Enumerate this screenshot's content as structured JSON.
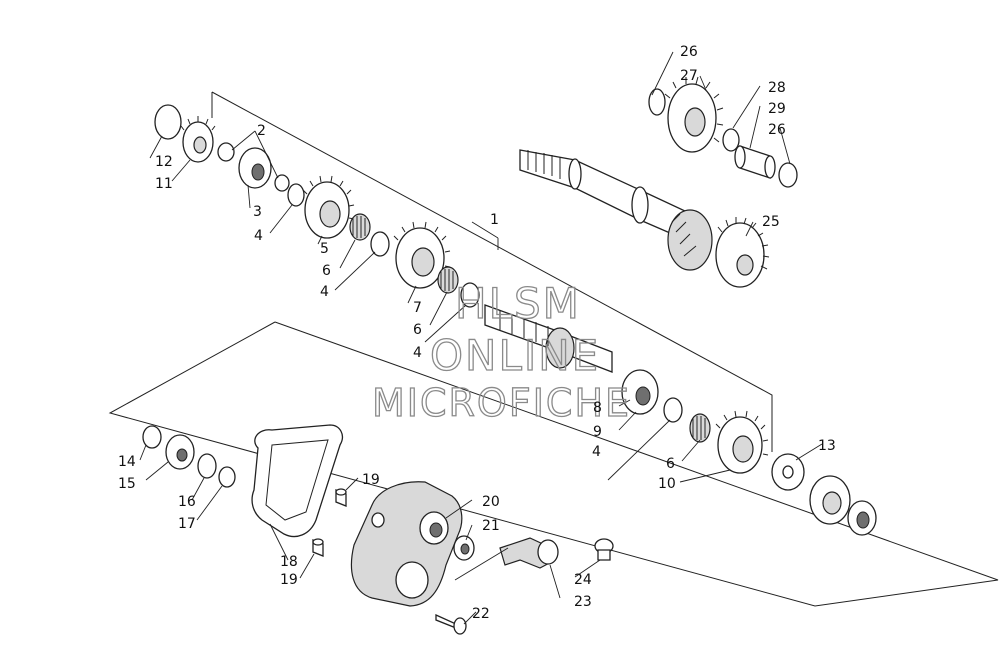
{
  "watermark": {
    "line1": "HLSM",
    "line2": "ONLINE",
    "line3": "MICROFICHE"
  },
  "callouts": [
    {
      "id": "c1",
      "text": "1"
    },
    {
      "id": "c2",
      "text": "2"
    },
    {
      "id": "c3",
      "text": "3"
    },
    {
      "id": "c4a",
      "text": "4"
    },
    {
      "id": "c4b",
      "text": "4"
    },
    {
      "id": "c4c",
      "text": "4"
    },
    {
      "id": "c4d",
      "text": "4"
    },
    {
      "id": "c5",
      "text": "5"
    },
    {
      "id": "c6a",
      "text": "6"
    },
    {
      "id": "c6b",
      "text": "6"
    },
    {
      "id": "c6c",
      "text": "6"
    },
    {
      "id": "c7",
      "text": "7"
    },
    {
      "id": "c8",
      "text": "8"
    },
    {
      "id": "c9",
      "text": "9"
    },
    {
      "id": "c10",
      "text": "10"
    },
    {
      "id": "c11",
      "text": "11"
    },
    {
      "id": "c12",
      "text": "12"
    },
    {
      "id": "c13",
      "text": "13"
    },
    {
      "id": "c14",
      "text": "14"
    },
    {
      "id": "c15",
      "text": "15"
    },
    {
      "id": "c16",
      "text": "16"
    },
    {
      "id": "c17",
      "text": "17"
    },
    {
      "id": "c18",
      "text": "18"
    },
    {
      "id": "c19a",
      "text": "19"
    },
    {
      "id": "c19b",
      "text": "19"
    },
    {
      "id": "c20",
      "text": "20"
    },
    {
      "id": "c21",
      "text": "21"
    },
    {
      "id": "c22",
      "text": "22"
    },
    {
      "id": "c23",
      "text": "23"
    },
    {
      "id": "c24",
      "text": "24"
    },
    {
      "id": "c25",
      "text": "25"
    },
    {
      "id": "c26a",
      "text": "26"
    },
    {
      "id": "c26b",
      "text": "26"
    },
    {
      "id": "c27",
      "text": "27"
    },
    {
      "id": "c28",
      "text": "28"
    },
    {
      "id": "c29",
      "text": "29"
    }
  ]
}
